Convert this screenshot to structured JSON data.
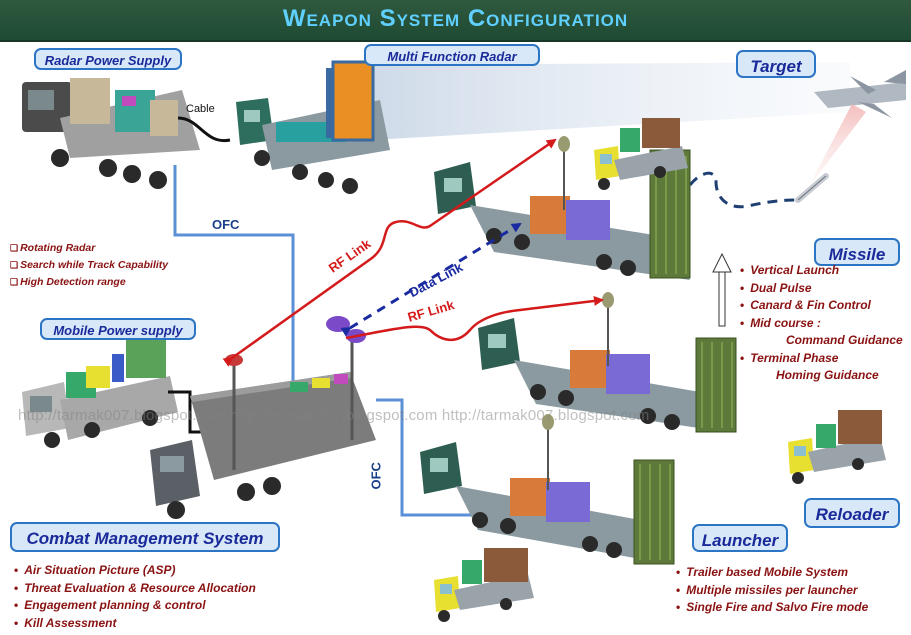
{
  "header": {
    "title": "Weapon System Configuration"
  },
  "callouts": {
    "radar_power_supply": "Radar Power Supply",
    "multi_function_radar": "Multi Function Radar",
    "target": "Target",
    "missile": "Missile",
    "mobile_power_supply": "Mobile Power supply",
    "combat_management_system": "Combat Management System",
    "launcher": "Launcher",
    "reloader": "Reloader"
  },
  "labels": {
    "cable": "Cable",
    "ofc_top": "OFC",
    "ofc_bottom": "OFC",
    "rf_link_1": "RF Link",
    "rf_link_2": "RF Link",
    "data_link": "Data Link"
  },
  "radar_features": [
    "Rotating Radar",
    "Search while Track Capability",
    "High Detection range"
  ],
  "missile_features": [
    {
      "text": "Vertical Launch",
      "bullet": true
    },
    {
      "text": "Dual Pulse",
      "bullet": true
    },
    {
      "text": "Canard & Fin Control",
      "bullet": true
    },
    {
      "text": "Mid course :",
      "bullet": true
    },
    {
      "text": "Command Guidance",
      "bullet": false
    },
    {
      "text": "Terminal Phase",
      "bullet": true
    },
    {
      "text": "Homing Guidance",
      "bullet": false
    }
  ],
  "cms_features": [
    "Air Situation Picture (ASP)",
    "Threat Evaluation & Resource Allocation",
    "Engagement planning & control",
    "Kill Assessment"
  ],
  "launcher_features": [
    "Trailer based Mobile System",
    "Multiple missiles per launcher",
    "Single Fire and Salvo Fire mode"
  ],
  "watermark": "http://tarmak007.blogspot.com http://tarmak007.blogspot.com http://tarmak007.blogspot.com",
  "colors": {
    "banner": "#1f4a33",
    "title": "#5fd0ff",
    "callout_fill": "#d8e8f8",
    "callout_border": "#2c74c4",
    "callout_text": "#1a2a9a",
    "bullet_text": "#8a1212",
    "rf_link": "#d41a1a",
    "data_link": "#1a2aa0",
    "ofc_line": "#5b8fd6"
  }
}
